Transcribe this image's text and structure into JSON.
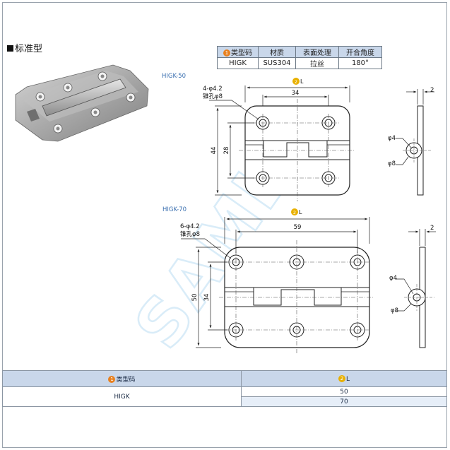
{
  "section_title": "标准型",
  "spec_table": {
    "headers": [
      {
        "num": "1",
        "label": "类型码"
      },
      {
        "label": "材质"
      },
      {
        "label": "表面处理"
      },
      {
        "label": "开合角度"
      }
    ],
    "row": [
      "HIGK",
      "SUS304",
      "拉丝",
      "180°"
    ]
  },
  "drawing_50": {
    "model_label": "HIGK-50",
    "length_label": "L",
    "length_num": "2",
    "hole_spec_1": "4-φ4.2",
    "hole_spec_2": "锥孔φ8",
    "dim_hole_spacing": "34",
    "dim_height": "44",
    "dim_vertical_spacing": "28",
    "dim_thickness": "2",
    "dim_pin": "φ4",
    "dim_knuckle": "φ8"
  },
  "drawing_70": {
    "model_label": "HIGK-70",
    "length_label": "L",
    "length_num": "2",
    "hole_spec_1": "6-φ4.2",
    "hole_spec_2": "锥孔φ8",
    "dim_hole_spacing": "59",
    "dim_height": "50",
    "dim_vertical_spacing": "34",
    "dim_thickness": "2",
    "dim_pin": "φ4",
    "dim_knuckle": "φ8"
  },
  "watermark": "SAMLC",
  "bottom_table": {
    "header_code": {
      "num": "1",
      "label": "类型码"
    },
    "header_length": {
      "num": "2",
      "label": "L"
    },
    "code_value": "HIGK",
    "length_values": [
      "50",
      "70"
    ]
  }
}
